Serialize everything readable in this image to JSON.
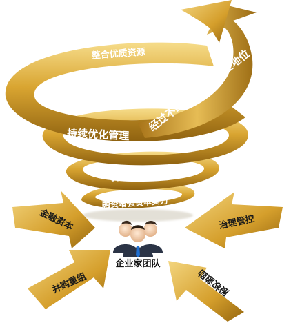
{
  "diagram": {
    "spiral_labels": {
      "top_ring": "整合优质资源",
      "arrow_tail": "经过不断循环实现产业地位",
      "ring_two": "持续优化管理",
      "ring_three": "寻找产业投资机会",
      "ring_four": "融资增强资本实力"
    },
    "center": {
      "label": "企业家团队",
      "icon": "people-group-icon"
    },
    "input_arrows": {
      "top_left": "金融资本",
      "bottom_left": "并购重组",
      "top_right": "治理管控",
      "bottom_right": "股权激励"
    },
    "colors": {
      "gold_light": "#f2d27a",
      "gold_mid": "#d9a531",
      "gold_dark": "#9a6a12",
      "suit": "#2b3446",
      "tie": "#1f6fd1"
    }
  }
}
